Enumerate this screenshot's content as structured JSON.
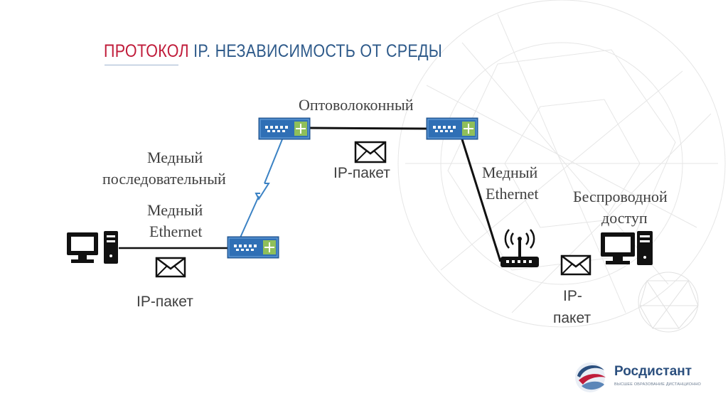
{
  "slide": {
    "title_part1": "ПРОТОКОЛ",
    "title_part2": "IP. НЕЗАВИСИМОСТЬ ОТ СРЕДЫ"
  },
  "labels": {
    "fiber": "Оптоволоконный",
    "copper_serial_1": "Медный",
    "copper_serial_2": "последовательный",
    "copper_eth_left_1": "Медный",
    "copper_eth_left_2": "Ethernet",
    "copper_eth_right_1": "Медный",
    "copper_eth_right_2": "Ethernet",
    "wireless_1": "Беспроводной",
    "wireless_2": "доступ",
    "packet_top": "IP-пакет",
    "packet_left": "IP-пакет",
    "packet_right_1": "IP-",
    "packet_right_2": "пакет"
  },
  "logo": {
    "name": "Росдистант",
    "subtitle": "ВЫСШЕЕ ОБРАЗОВАНИЕ ДИСТАНЦИОННО"
  },
  "colors": {
    "title_red": "#c01c3a",
    "title_blue": "#2e5a8a",
    "device_blue": "#2f6fb5",
    "device_light": "#4d8fd1",
    "serial_link": "#3b82c4",
    "line": "#111111"
  },
  "icons": [
    "computer-icon",
    "switch-icon",
    "router-icon",
    "envelope-icon",
    "wireless-router-icon",
    "lightning-icon"
  ]
}
